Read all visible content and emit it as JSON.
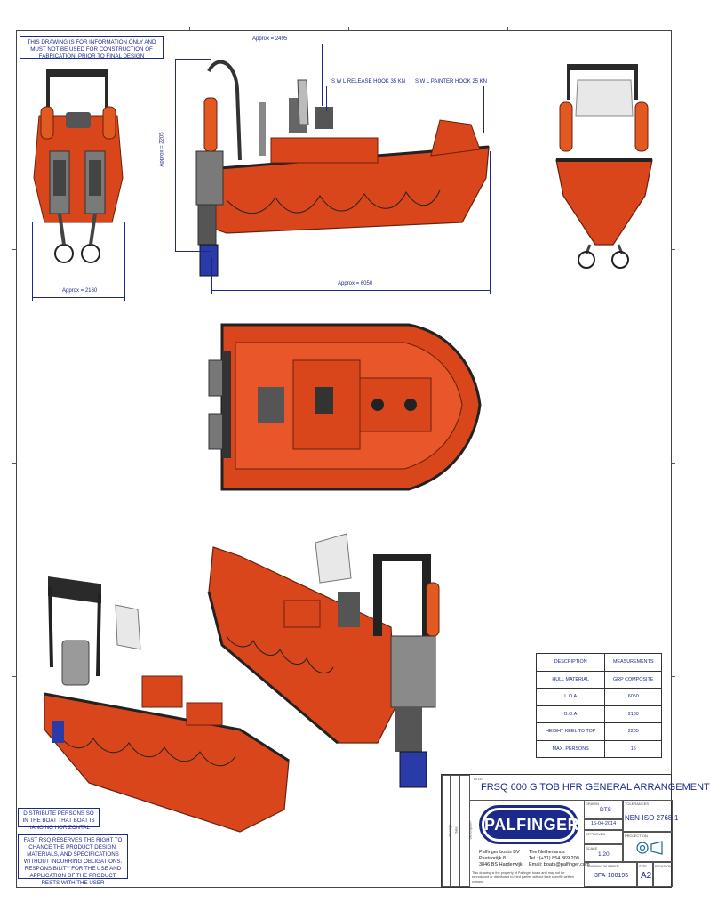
{
  "notes": {
    "info": "THIS DRAWING IS FOR INFORMATION ONLY AND MUST NOT BE USED FOR CONSTRUCTION OF FABRICATION, PRIOR TO FINAL DESIGN",
    "distribute": "DISTRIBUTE PERSONS SO IN THE BOAT THAT BOAT IS HANGING HORIZONTAL",
    "rights": "FAST RSQ RESERVES THE RIGHT TO CHANCE THE PRODUCT DESIGN, MATERIALS, AND SPECIFICATIONS WITHOUT INCURRING OBLIGATIONS. RESPONSIBILITY FOR THE USE AND APPLICATION OF THE PRODUCT RESTS WITH THE USER"
  },
  "dimensions": {
    "top_length": "Approx = 2495",
    "height": "Approx = 2205",
    "overall_length": "Approx = 6050",
    "beam": "Approx = 2160",
    "release_hook": "S W L RELEASE HOOK 35 KN",
    "painter_hook": "S W L PAINTER HOOK 25 KN"
  },
  "spec_table": {
    "headers": [
      "DESCRIPTION",
      "MEASUREMENTS"
    ],
    "rows": [
      [
        "HULL MATERIAL",
        "GRP COMPOSITE"
      ],
      [
        "L.O.A",
        "6050"
      ],
      [
        "B.O.A",
        "2160"
      ],
      [
        "HEIGHT KEEL TO TOP",
        "2205"
      ],
      [
        "MAX. PERSONS",
        "15"
      ]
    ]
  },
  "title_block": {
    "title_label": "TITLE",
    "title": "FRSQ 600 G TOB HFR GENERAL ARRANGEMENT",
    "logo": "PALFINGER",
    "company": [
      "Palfinger boats BV",
      "Pastaoriijk 8",
      "3846 BS Harderwijk"
    ],
    "country": "The Netherlands",
    "tel": "Tel.: (+31) 854 869 200",
    "email": "Email: boats@palfinger.com",
    "drawn_label": "DRAWN",
    "drawn_by": "DTS",
    "date": "15-04-2014",
    "tolerance_label": "TOLERANCES",
    "standard": "NEN-ISO 2768-1",
    "approved_label": "APPROVED",
    "scale_label": "SCALE",
    "scale": "1:20",
    "projection_label": "PROJECTION",
    "drawing_number_label": "DRAWING NUMBER",
    "drawing_number": "3FA-100195",
    "size_label": "SIZE",
    "size": "A2",
    "revision_label": "REVISION",
    "disclaimer": "This drawing is the property of Palfinger boats and may not be reproduced or distributed to third parties without their specific written consent",
    "rev_columns": [
      "Change",
      "Date",
      "Description"
    ]
  },
  "colors": {
    "hull": "#d9461b",
    "hull_dark": "#8a2a10",
    "ink": "#1b2a8a",
    "engine": "#808080"
  }
}
